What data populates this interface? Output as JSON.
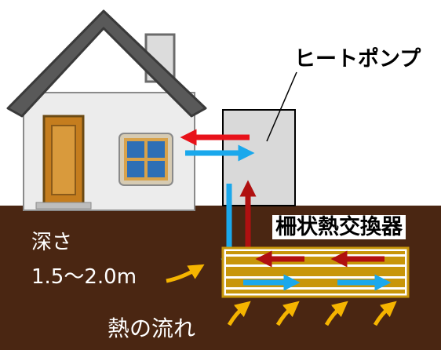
{
  "labels": {
    "heat_pump": "ヒートポンプ",
    "heat_exchanger": "柵状熱交換器",
    "depth_title": "深さ",
    "depth_value": "1.5～2.0m",
    "heat_flow": "熱の流れ"
  },
  "colors": {
    "ground": "#4a2612",
    "hot_pipe": "#e8121a",
    "hot_pipe_dark": "#b01010",
    "cold_pipe": "#1aa8ec",
    "exchanger_frame": "#c8960a",
    "heat_flow_arrow": "#f5b400",
    "house_wall": "#ececec",
    "house_roof": "#595959",
    "door": "#c57d1e",
    "window_glass": "#2e6fb5",
    "heat_pump_unit": "#d9d9d9"
  },
  "icons": [
    "house-icon",
    "heat-pump-unit",
    "heat-exchanger-grid",
    "heat-flow-arrow"
  ]
}
